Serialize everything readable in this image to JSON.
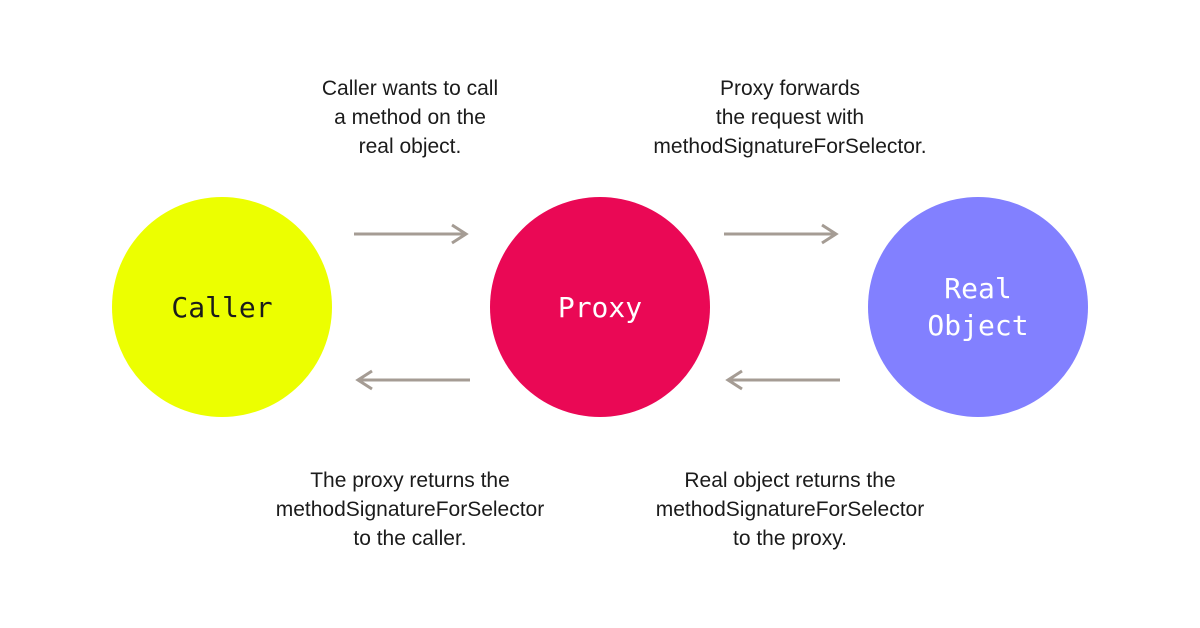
{
  "nodes": {
    "caller": {
      "label": "Caller",
      "fill": "#ecff00",
      "text_color": "#1b1b1b"
    },
    "proxy": {
      "label": "Proxy",
      "fill": "#ea0855",
      "text_color": "#ffffff"
    },
    "real_object": {
      "label": "Real\nObject",
      "fill": "#8280ff",
      "text_color": "#ffffff"
    }
  },
  "captions": {
    "caller_to_proxy": "Caller wants to call\na method on the\nreal object.",
    "proxy_to_real": "Proxy forwards\nthe request with\nmethodSignatureForSelector.",
    "proxy_to_caller": "The proxy returns the\nmethodSignatureForSelector\nto the caller.",
    "real_to_proxy": "Real object returns the\nmethodSignatureForSelector\nto the proxy."
  },
  "arrows": {
    "color": "#a59c94",
    "caller_to_proxy": "right",
    "proxy_to_real": "right",
    "proxy_to_caller": "left",
    "real_to_proxy": "left"
  }
}
